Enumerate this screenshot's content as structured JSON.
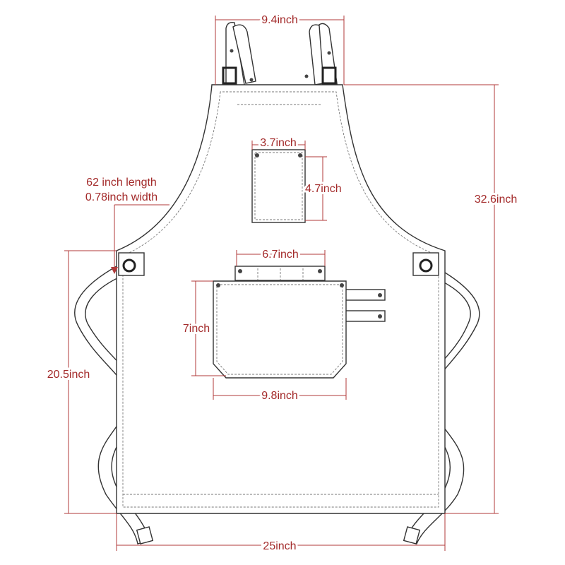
{
  "labels": {
    "neck_width": "9.4inch",
    "small_pocket_width": "3.7inch",
    "small_pocket_height": "4.7inch",
    "tie_length": "62 inch length",
    "tie_width": "0.78inch width",
    "total_height": "32.6inch",
    "flap_width": "6.7inch",
    "pocket_height": "7inch",
    "pocket_width": "9.8inch",
    "side_height": "20.5inch",
    "bottom_width": "25inch"
  },
  "colors": {
    "dimension": "#b03a3a",
    "outline": "#333333"
  }
}
